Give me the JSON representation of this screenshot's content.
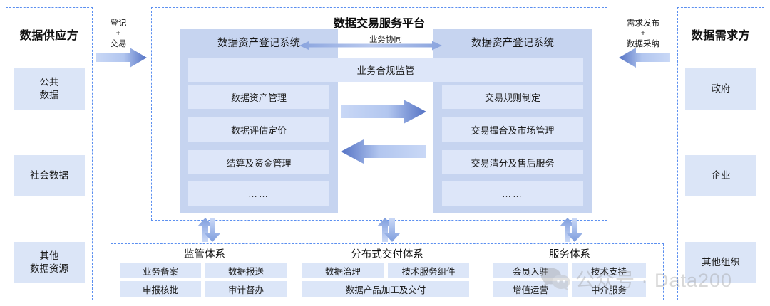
{
  "supply": {
    "title": "数据供应方",
    "items": [
      {
        "label": "公共\n数据"
      },
      {
        "label": "社会数据"
      },
      {
        "label": "其他\n数据资源"
      }
    ]
  },
  "demand": {
    "title": "数据需求方",
    "items": [
      {
        "label": "政府"
      },
      {
        "label": "企业"
      },
      {
        "label": "其他组织"
      }
    ]
  },
  "flow_left": {
    "line1": "登记",
    "line2": "+",
    "line3": "交易"
  },
  "flow_right": {
    "line1": "需求发布",
    "line2": "+",
    "line3": "数据采纳"
  },
  "platform": {
    "title": "数据交易服务平台",
    "sync_label": "业务协同",
    "compliance_label": "业务合规监管",
    "left_panel": {
      "head": "数据资产登记系统",
      "items": [
        "数据资产管理",
        "数据评估定价",
        "结算及资金管理",
        "……"
      ]
    },
    "right_panel": {
      "head": "数据资产登记系统",
      "items": [
        "交易规则制定",
        "交易撮合及市场管理",
        "交易清分及售后服务",
        "……"
      ]
    }
  },
  "bottom": {
    "regulation": {
      "title": "监管体系",
      "row1": [
        "业务备案",
        "数据报送"
      ],
      "row2": [
        "申报核批",
        "审计督办"
      ]
    },
    "delivery": {
      "title": "分布式交付体系",
      "row1": [
        "数据治理",
        "技术服务组件"
      ],
      "row2_wide": "数据产品加工及交付"
    },
    "service": {
      "title": "服务体系",
      "row1": [
        "会员入驻",
        "技术支持"
      ],
      "row2": [
        "增值运营",
        "中介服务"
      ]
    }
  },
  "watermark": {
    "text": "公众号 · Data200"
  },
  "colors": {
    "dashed_border": "#5b8ff0",
    "panel": "#c6d4f0",
    "inner_box": "#dde6f9",
    "side_box": "#dbe5f7",
    "arrow_dark": "#4a68b8",
    "arrow_light": "#c3d3f4"
  }
}
